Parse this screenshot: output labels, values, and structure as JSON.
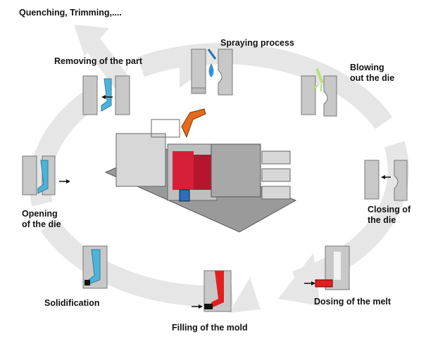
{
  "cycle_arrow_color": "#e6e6e6",
  "die_color": "#c8c8c8",
  "part_colors": {
    "solid_part": "#4fb3d9",
    "melt": "#e02020",
    "spray": "#3b8fd9",
    "air": "#b7e07a"
  },
  "labels": {
    "quenching": "Quenching, Trimming,....",
    "spraying": "Spraying process",
    "removing": "Removing of the part",
    "blowing": [
      "Blowing",
      "out the die"
    ],
    "opening": [
      "Opening",
      "of the die"
    ],
    "closing": [
      "Closing of",
      "the die"
    ],
    "solidification": "Solidification",
    "dosing": "Dosing of the melt",
    "filling": "Filling of the mold"
  },
  "center_image": "die-casting machine with robot arm"
}
